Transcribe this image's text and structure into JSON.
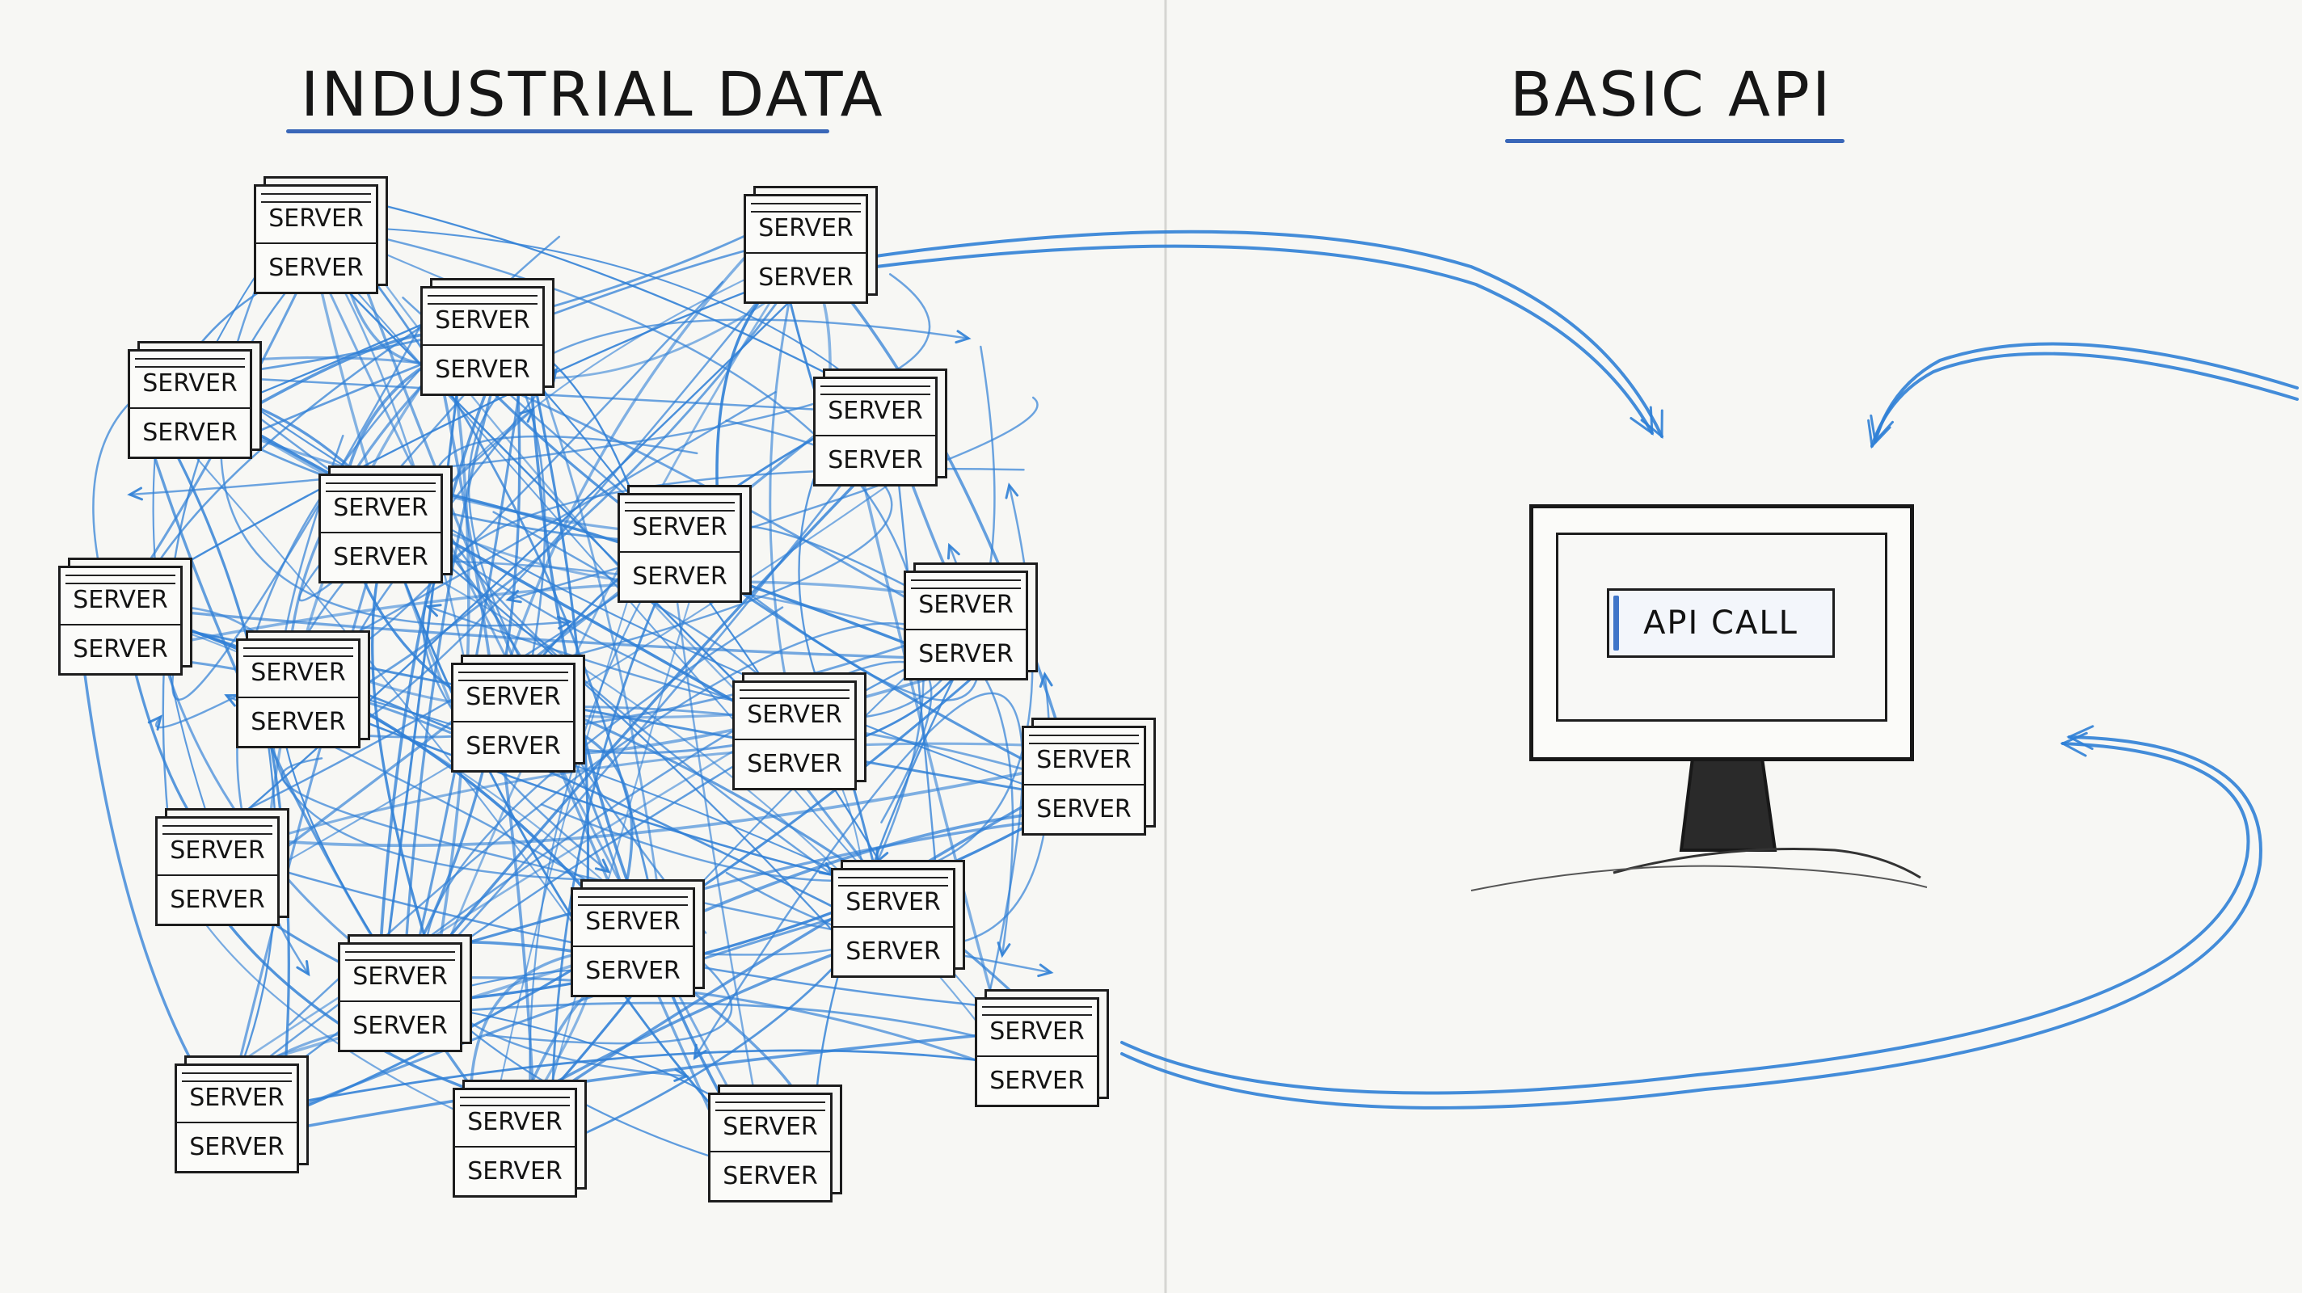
{
  "left_panel": {
    "title": "INDUSTRIAL DATA",
    "servers": [
      {
        "top": "SERVER",
        "bottom": "SERVER"
      },
      {
        "top": "SERVER",
        "bottom": "SERVER"
      },
      {
        "top": "SERVER",
        "bottom": "SERVER"
      },
      {
        "top": "SERVER",
        "bottom": "SERVER"
      },
      {
        "top": "SERVER",
        "bottom": "SERVER"
      },
      {
        "top": "SERVER",
        "bottom": "SERVER"
      },
      {
        "top": "SERVER",
        "bottom": "SERVER"
      },
      {
        "top": "SERVER",
        "bottom": "SERVER"
      },
      {
        "top": "SERVER",
        "bottom": "SERVER"
      },
      {
        "top": "SERVER",
        "bottom": "SERVER"
      },
      {
        "top": "SERVER",
        "bottom": "SERVER"
      },
      {
        "top": "SERVER",
        "bottom": "SERVER"
      },
      {
        "top": "SERVER",
        "bottom": "SERVER"
      },
      {
        "top": "SERVER",
        "bottom": "SERVER"
      },
      {
        "top": "SERVER",
        "bottom": "SERVER"
      },
      {
        "top": "SERVER",
        "bottom": "SERVER"
      },
      {
        "top": "SERVER",
        "bottom": "SERVER"
      },
      {
        "top": "SERVER",
        "bottom": "SERVER"
      },
      {
        "top": "SERVER",
        "bottom": "SERVER"
      },
      {
        "top": "SERVER",
        "bottom": "SERVER"
      },
      {
        "top": "SERVER",
        "bottom": "SERVER"
      }
    ]
  },
  "right_panel": {
    "title": "BASIC API",
    "monitor": {
      "button_label": "API CALL"
    }
  },
  "colors": {
    "arrow": "#2f7fd6",
    "ink": "#1d1d1d",
    "underline": "#3a67b8",
    "paper": "#f7f7f4"
  }
}
